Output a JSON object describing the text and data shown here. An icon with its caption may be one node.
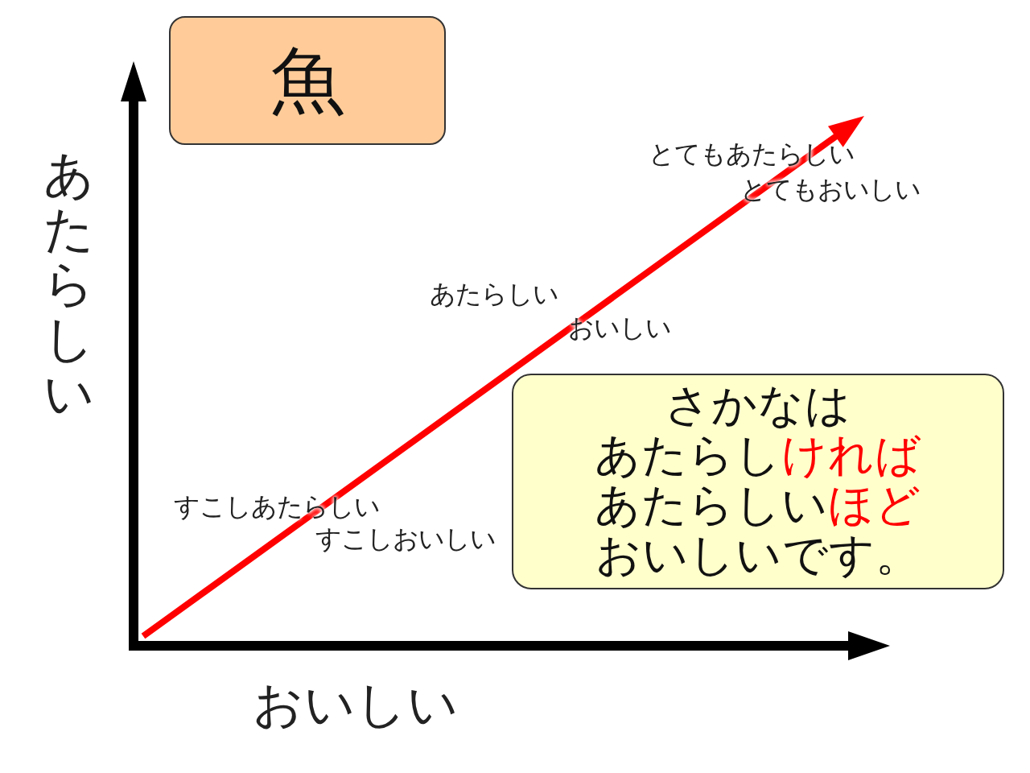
{
  "diagram": {
    "nodes": [
      {
        "text": [
          "魚"
        ]
      },
      {
        "text": [
          "さかなは",
          "あたらし**ければ**",
          "あたらしい**ほど**",
          "おいしいです。"
        ]
      }
    ],
    "labels": [
      "あたらしい",
      "とてもあたらしい",
      "とてもおいしい",
      "あたらしい",
      "おいしい",
      "すこしあたらしい",
      "すこしおいしい",
      "おいしい"
    ]
  }
}
